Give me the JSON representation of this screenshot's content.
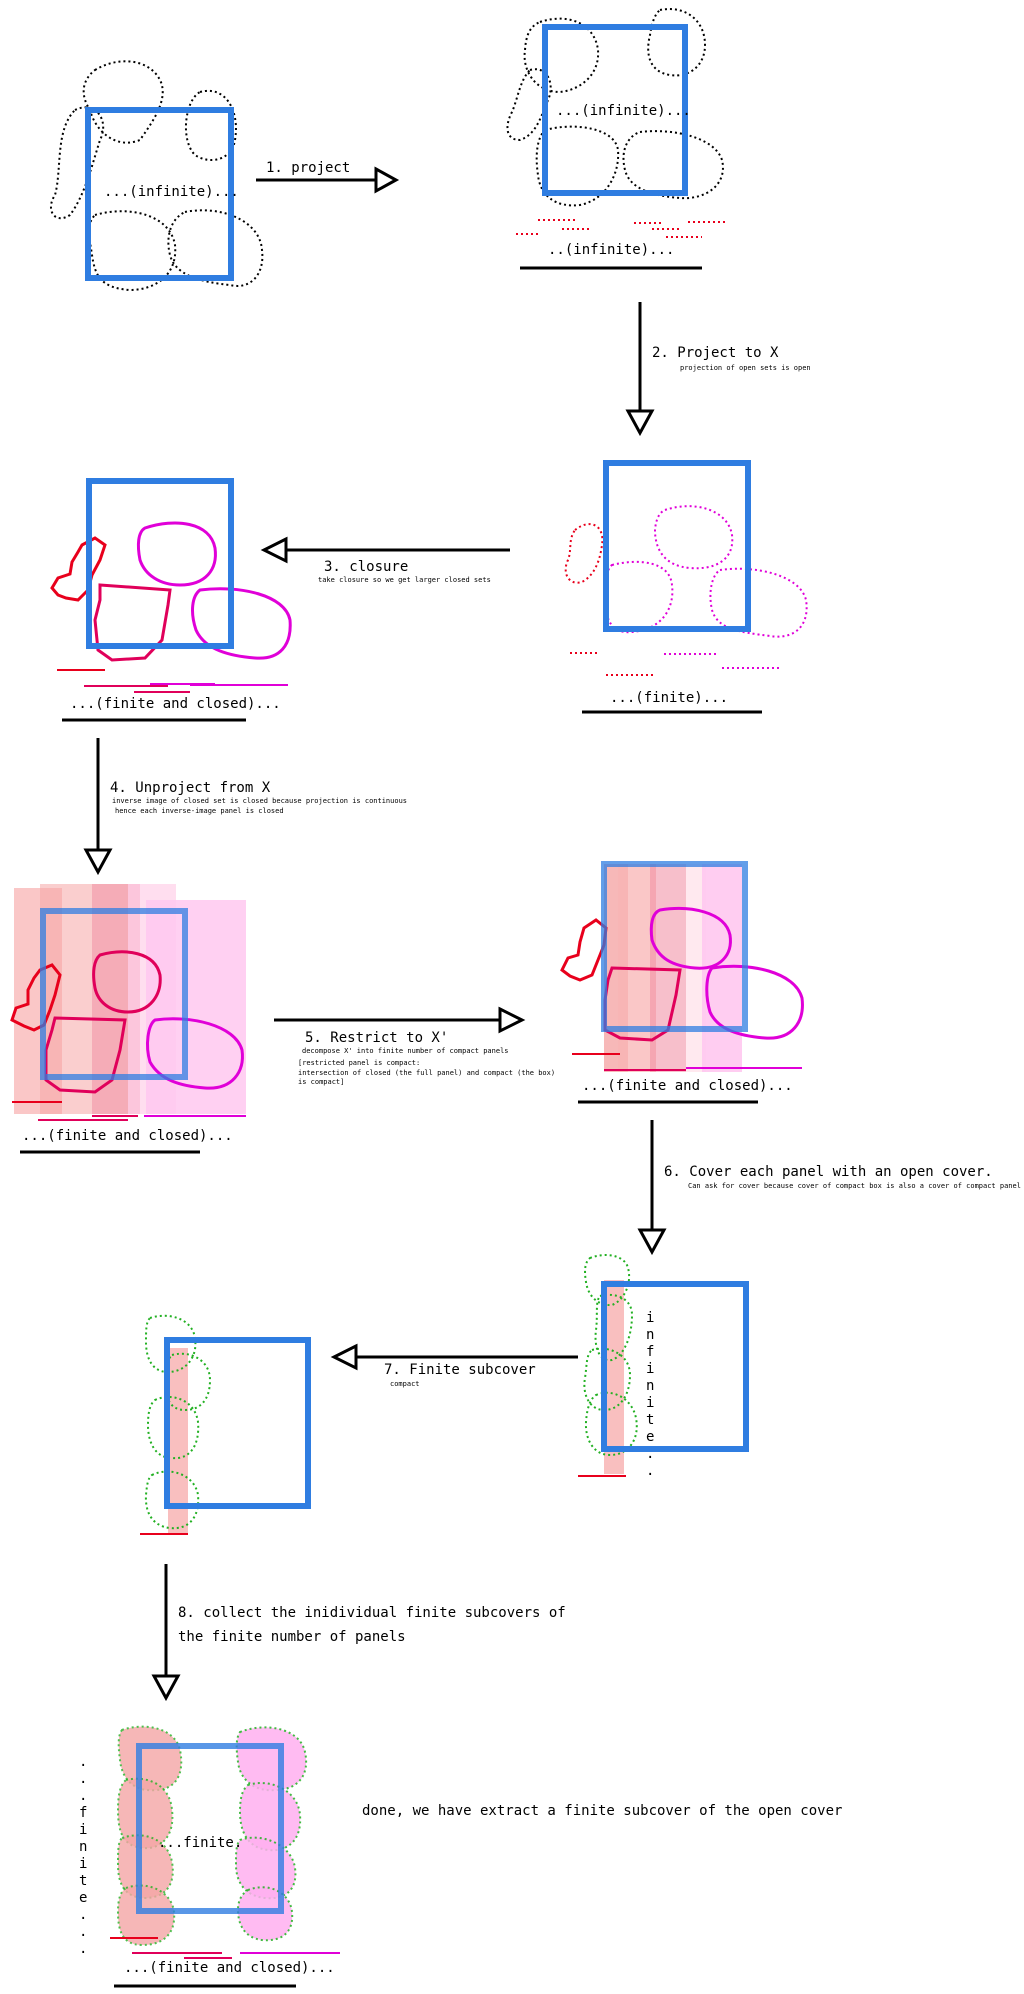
{
  "steps": {
    "s1": {
      "label": "1. project"
    },
    "s2": {
      "label": "2. Project to X",
      "note": "projection of open sets is open"
    },
    "s3": {
      "label": "3. closure",
      "note": "take closure so we get larger closed sets"
    },
    "s4": {
      "label": "4. Unproject from X",
      "note1": "inverse image of closed set is closed because projection is continuous",
      "note2": "hence each inverse-image panel is closed"
    },
    "s5": {
      "label": "5. Restrict to X'",
      "note1": "decompose X' into finite number of compact panels",
      "note2": "[restricted panel is compact:",
      "note3": "intersection of closed (the full panel)  and compact (the box)",
      "note4": "is compact]"
    },
    "s6": {
      "label": "6. Cover each panel with an open cover.",
      "note": "Can ask for cover because cover of compact box is also a cover of compact panel"
    },
    "s7": {
      "label": "7. Finite subcover",
      "note": "compact"
    },
    "s8": {
      "label1": "8. collect the inidividual finite subcovers of",
      "label2": "the finite number of panels"
    }
  },
  "captions": {
    "infinite_box": "...(infinite)...",
    "infinite_proj": "..(infinite)...",
    "finite": "...(finite)...",
    "finite_closed": "...(finite and closed)...",
    "finite_inside": "...finite.",
    "infinite_vertical": [
      "i",
      "n",
      "f",
      "i",
      "n",
      "i",
      "t",
      "e",
      ".",
      "."
    ],
    "finite_vertical": [
      ".",
      ".",
      ".",
      "f",
      "i",
      "n",
      "i",
      "t",
      "e",
      ".",
      ".",
      "."
    ]
  },
  "done_text": "done, we have extract a finite subcover of the open cover",
  "colors": {
    "box": "#2f7de1",
    "red": "#e8001c",
    "crimson": "#e0005a",
    "magenta": "#e000d8",
    "green": "#22b022",
    "panel_red": "#f8b4b4",
    "panel_pink": "#ffc8f0"
  }
}
